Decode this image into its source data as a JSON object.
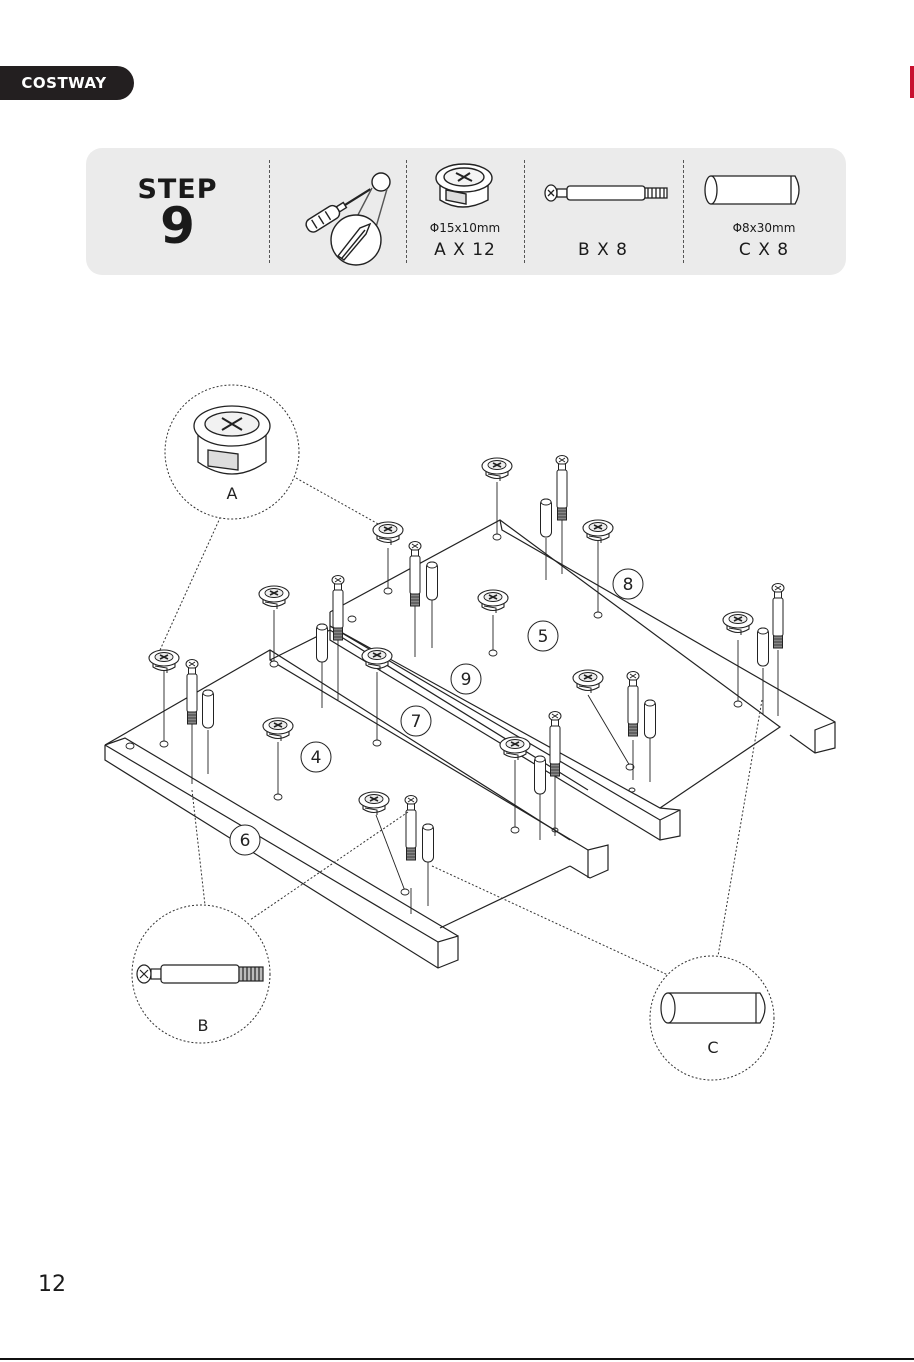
{
  "brand": {
    "name": "COSTWAY"
  },
  "step": {
    "word": "STEP",
    "number": "9"
  },
  "tool": {
    "icon": "screwdriver-icon"
  },
  "parts": [
    {
      "id": "A",
      "icon": "cam-lock-icon",
      "spec": "Φ15x10mm",
      "qty": "A X 12"
    },
    {
      "id": "B",
      "icon": "cam-bolt-icon",
      "spec": "",
      "qty": "B X 8"
    },
    {
      "id": "C",
      "icon": "wood-dowel-icon",
      "spec": "Φ8x30mm",
      "qty": "C X 8"
    }
  ],
  "diagram": {
    "panel_labels": [
      "8",
      "5",
      "9",
      "7",
      "4",
      "6"
    ],
    "callouts": {
      "a": "A",
      "b": "B",
      "c": "C"
    }
  },
  "page": {
    "number": "12"
  }
}
